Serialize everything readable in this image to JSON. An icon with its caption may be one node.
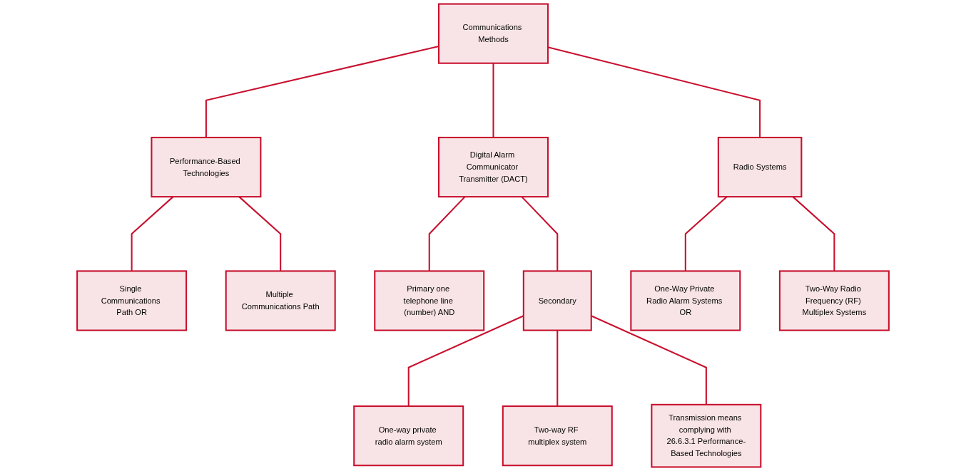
{
  "diagram": {
    "nodes": [
      {
        "text": [
          "Communications Methods"
        ]
      },
      {
        "text": [
          "Performance-Based Technologies"
        ]
      },
      {
        "text": [
          "Digital Alarm Communicator Transmitter (DACT)"
        ]
      },
      {
        "text": [
          "Radio Systems"
        ]
      },
      {
        "text": [
          "Single Communications Path OR"
        ]
      },
      {
        "text": [
          "Multiple Communications Path"
        ]
      },
      {
        "text": [
          "Primary one telephone line (number) AND"
        ]
      },
      {
        "text": [
          "Secondary"
        ]
      },
      {
        "text": [
          "One-Way Private Radio Alarm Systems OR"
        ]
      },
      {
        "text": [
          "Two-Way Radio Frequency (RF) Multiplex Systems"
        ]
      },
      {
        "text": [
          "One-way private radio alarm system"
        ]
      },
      {
        "text": [
          "Two-way RF multiplex system"
        ]
      },
      {
        "text": [
          "Transmission means complying with 26.6.3.1 Performance-Based Technologies"
        ]
      }
    ],
    "edges": [
      {
        "from": 0,
        "to": 1,
        "arrow": "none"
      },
      {
        "from": 0,
        "to": 2,
        "arrow": "none"
      },
      {
        "from": 0,
        "to": 3,
        "arrow": "none"
      },
      {
        "from": 1,
        "to": 4,
        "arrow": "none"
      },
      {
        "from": 1,
        "to": 5,
        "arrow": "none"
      },
      {
        "from": 2,
        "to": 6,
        "arrow": "none"
      },
      {
        "from": 2,
        "to": 7,
        "arrow": "none"
      },
      {
        "from": 3,
        "to": 8,
        "arrow": "none"
      },
      {
        "from": 3,
        "to": 9,
        "arrow": "none"
      },
      {
        "from": 7,
        "to": 10,
        "arrow": "none"
      },
      {
        "from": 7,
        "to": 11,
        "arrow": "none"
      },
      {
        "from": 7,
        "to": 12,
        "arrow": "none"
      }
    ]
  }
}
